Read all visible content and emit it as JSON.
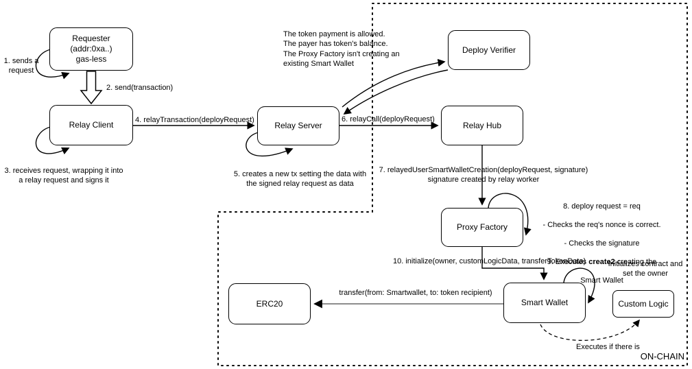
{
  "diagram": {
    "nodes": {
      "requester": {
        "label": "Requester\n(addr:0xa..)\ngas-less"
      },
      "relay_client": {
        "label": "Relay Client"
      },
      "relay_server": {
        "label": "Relay Server"
      },
      "deploy_verifier": {
        "label": "Deploy Verifier"
      },
      "relay_hub": {
        "label": "Relay Hub"
      },
      "proxy_factory": {
        "label": "Proxy Factory"
      },
      "smart_wallet": {
        "label": "Smart Wallet"
      },
      "erc20": {
        "label": "ERC20"
      },
      "custom_logic": {
        "label": "Custom Logic"
      }
    },
    "labels": {
      "step1": "1. sends a\nrequest",
      "step2": "2. send(transaction)",
      "step3": "3. receives request, wrapping it into\na relay request and signs it",
      "step4": "4. relayTransaction(deployRequest)",
      "step5": "5. creates a new tx setting the data with\nthe signed relay request as data",
      "step6": "6. relayCall(deployRequest)",
      "step7": "7. relayedUserSmartWalletCreation(deployRequest, signature)\nsignature created by relay worker",
      "verifier_checks": "The token payment is allowed.\nThe payer has token's balance.\nThe Proxy Factory isn't creating an\nexisting Smart Wallet",
      "step8_line1": "8. deploy request = req",
      "step8_line2": "- Checks the req's nonce is correct.",
      "step8_line3": "- Checks the signature",
      "step9_pre": "9. Executes ",
      "step9_bold": "create2",
      "step9_post": " creating the",
      "step9_line2": "Smart Wallet",
      "step10": "10. initialize(owner, customLogicData, transferTokenData)",
      "transfer": "transfer(from: Smartwallet, to: token recipient)",
      "initializes": "Initializes contract and\nset the owner",
      "executes_if": "Executes if there is",
      "onchain": "ON-CHAIN"
    },
    "colors": {
      "stroke": "#000000",
      "background": "#ffffff",
      "transfer_arrow": "#666666"
    }
  }
}
